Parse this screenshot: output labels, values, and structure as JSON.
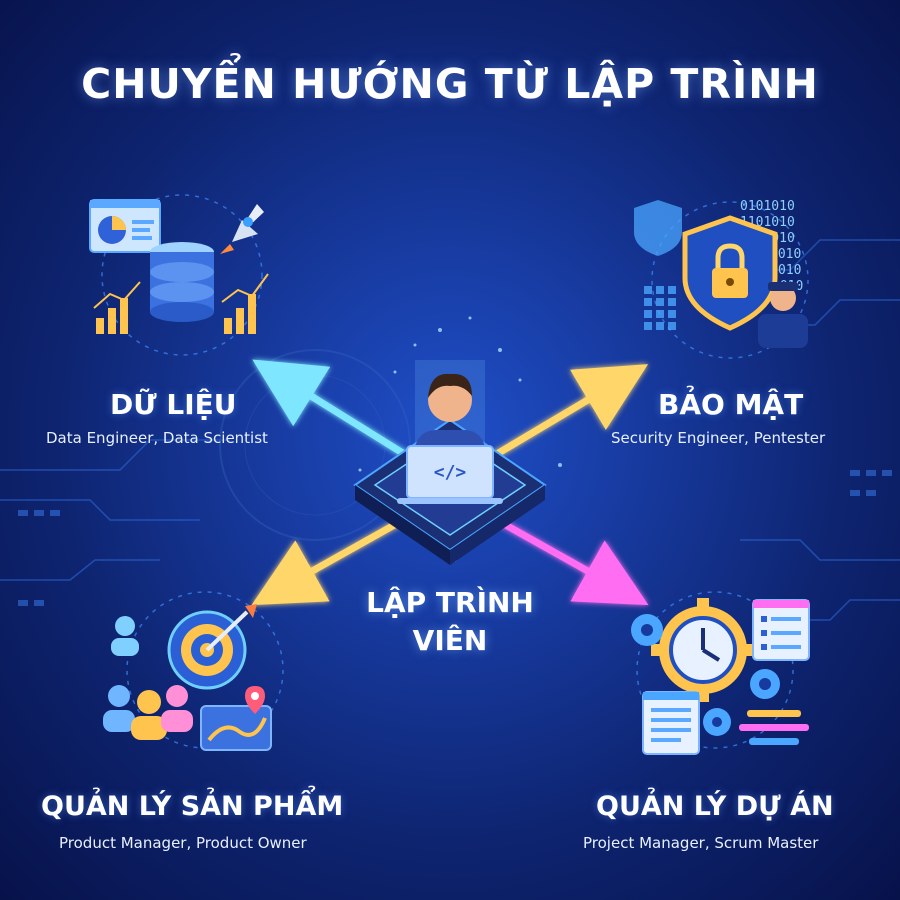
{
  "title": "CHUYỂN HƯỚNG TỪ LẬP TRÌNH",
  "center": {
    "line1": "LẬP TRÌNH",
    "line2": "VIÊN",
    "code_glyph": "</>"
  },
  "paths": [
    {
      "id": "data",
      "title": "DỮ LIỆU",
      "roles": "Data Engineer, Data Scientist",
      "accent": "#4fd8ff"
    },
    {
      "id": "security",
      "title": "BẢO MẬT",
      "roles": "Security Engineer, Pentester",
      "accent": "#ffc44d"
    },
    {
      "id": "product",
      "title": "QUẢN LÝ SẢN PHẨM",
      "roles": "Product Manager, Product Owner",
      "accent": "#ffb347"
    },
    {
      "id": "project",
      "title": "QUẢN LÝ DỰ ÁN",
      "roles": "Project Manager, Scrum Master",
      "accent": "#e86cff"
    }
  ],
  "binary_lines": [
    "0101010",
    "1101010",
    "0110010",
    "1010",
    "010",
    "1010"
  ],
  "colors": {
    "background_center": "#1f4fc8",
    "background_edge": "#07124a",
    "arrow_cyan": "#7fe6ff",
    "arrow_yellow": "#ffd66b",
    "arrow_magenta": "#ff6df2"
  }
}
